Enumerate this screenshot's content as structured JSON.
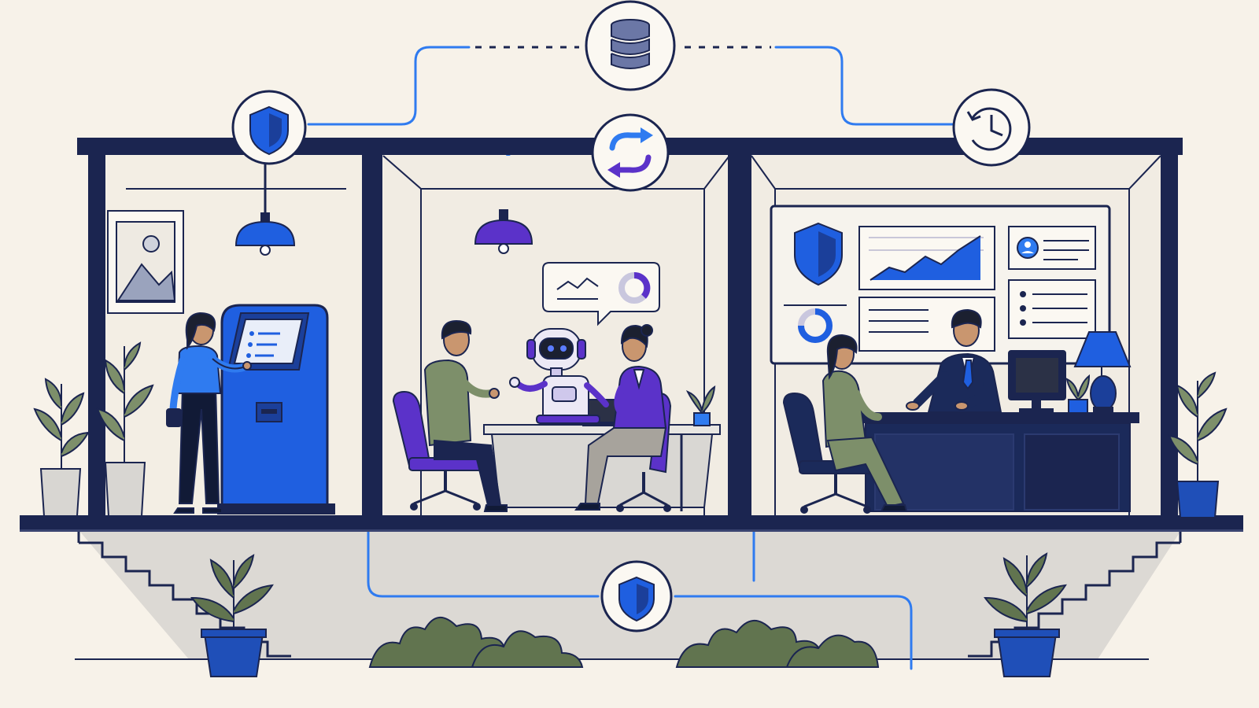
{
  "colors": {
    "background": "#f7f2e9",
    "navy": "#1b2550",
    "blue": "#1f5fe0",
    "bright_blue": "#2f7bf0",
    "purple": "#5b32c9",
    "sage": "#7d8f6a",
    "leaf": "#61744f",
    "wall": "#f3eee4",
    "floor_shadow": "#dcd9d4"
  },
  "icons": {
    "top_center": "database-icon",
    "left": "shield-icon",
    "right": "clock-history-icon",
    "center": "sync-arrows-icon",
    "bottom": "shield-icon"
  },
  "rooms": [
    {
      "name": "self-service-kiosk-room"
    },
    {
      "name": "ai-assistant-meeting-room"
    },
    {
      "name": "advisor-office-room"
    }
  ]
}
